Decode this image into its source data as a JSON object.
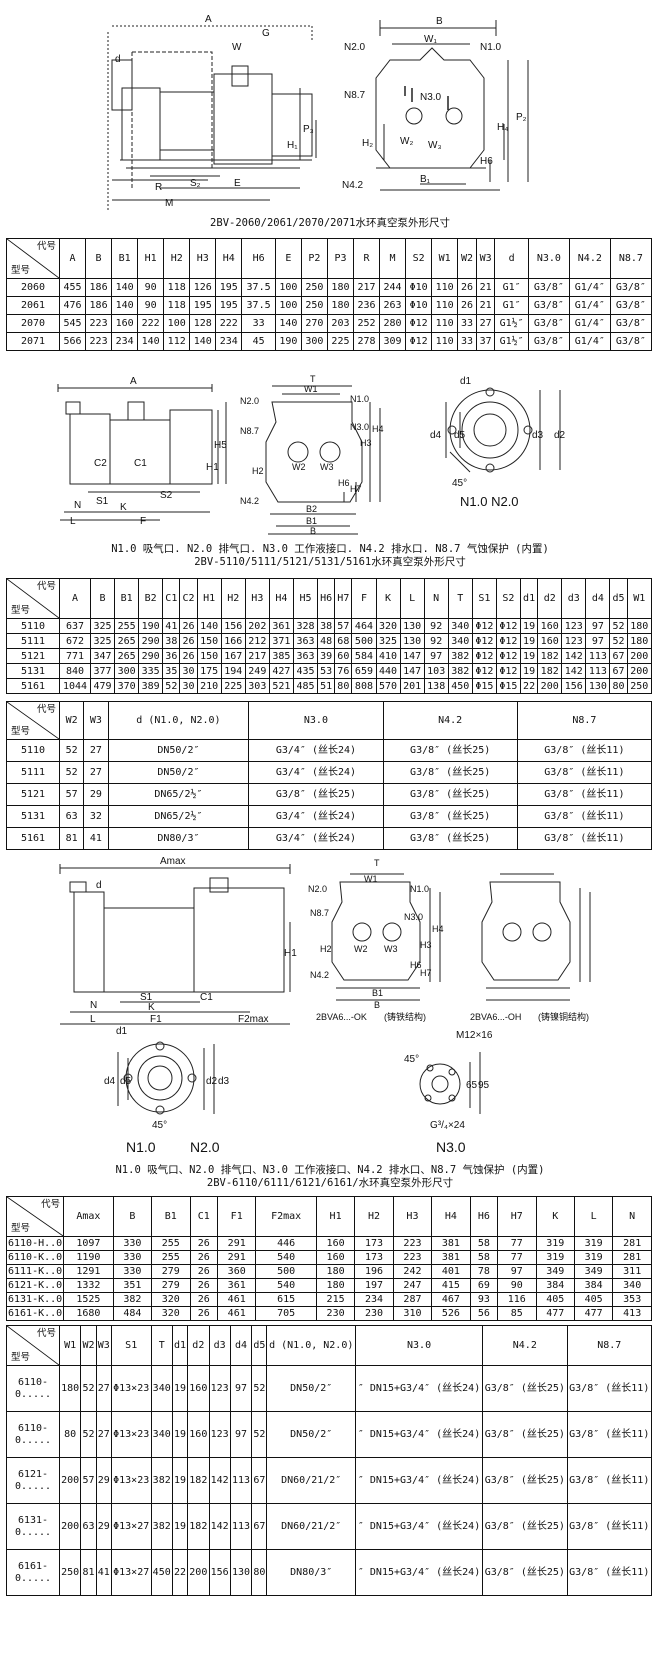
{
  "section1": {
    "drawing_labels": {
      "A": "A",
      "G": "G",
      "W": "W",
      "d": "d",
      "P3": "P₃",
      "H1": "H₁",
      "S2": "S₂",
      "E": "E",
      "R": "R",
      "M": "M",
      "B": "B",
      "W1": "W₁",
      "N2": "N2.0",
      "N1": "N1.0",
      "N8": "N8.7",
      "N3": "N3.0",
      "H2": "H₂",
      "W2": "W₂",
      "W3": "W₃",
      "H4": "H₄",
      "P2": "P₂",
      "H6": "H6",
      "N4": "N4.2",
      "B1": "B₁"
    },
    "caption": "2BV-2060/2061/2070/2071水环真空泵外形尺寸",
    "corner_top": "代号",
    "corner_bottom": "型号",
    "headers": [
      "A",
      "B",
      "B1",
      "H1",
      "H2",
      "H3",
      "H4",
      "H6",
      "E",
      "P2",
      "P3",
      "R",
      "M",
      "S2",
      "W1",
      "W2",
      "W3",
      "d",
      "N3.0",
      "N4.2",
      "N8.7"
    ],
    "rows": [
      [
        "2060",
        "455",
        "186",
        "140",
        "90",
        "118",
        "126",
        "195",
        "37.5",
        "100",
        "250",
        "180",
        "217",
        "244",
        "Φ10",
        "110",
        "26",
        "21",
        "G1″",
        "G3/8″",
        "G1/4″",
        "G3/8″"
      ],
      [
        "2061",
        "476",
        "186",
        "140",
        "90",
        "118",
        "195",
        "195",
        "37.5",
        "100",
        "250",
        "180",
        "236",
        "263",
        "Φ10",
        "110",
        "26",
        "21",
        "G1″",
        "G3/8″",
        "G1/4″",
        "G3/8″"
      ],
      [
        "2070",
        "545",
        "223",
        "160",
        "222",
        "100",
        "128",
        "222",
        "33",
        "140",
        "270",
        "203",
        "252",
        "280",
        "Φ12",
        "110",
        "33",
        "27",
        "G1½″",
        "G3/8″",
        "G1/4″",
        "G3/8″"
      ],
      [
        "2071",
        "566",
        "223",
        "234",
        "140",
        "112",
        "140",
        "234",
        "45",
        "190",
        "300",
        "225",
        "278",
        "309",
        "Φ12",
        "110",
        "33",
        "37",
        "G1½″",
        "G3/8″",
        "G1/4″",
        "G3/8″"
      ]
    ]
  },
  "section2": {
    "drawing_labels": {
      "A": "A",
      "H5": "H5",
      "H1": "H1",
      "C2": "C2",
      "C1": "C1",
      "S1": "S1",
      "S2": "S2",
      "N": "N",
      "K": "K",
      "L": "L",
      "F": "F",
      "T": "T",
      "W1": "W1",
      "N2": "N2.0",
      "N1": "N1.0",
      "N8": "N8.7",
      "N3": "N3.0",
      "H4": "H4",
      "H3": "H3",
      "H2": "H2",
      "W2": "W2",
      "W3": "W3",
      "H6": "H6",
      "H7": "H7",
      "N4": "N4.2",
      "B2": "B2",
      "B1": "B1",
      "B": "B",
      "d1": "d1",
      "d4": "d4",
      "d5": "d5",
      "d3": "d3",
      "d2": "d2",
      "angle": "45°",
      "ports": "N1.0  N2.0"
    },
    "legend": "N1.0 吸气口. N2.0 排气口. N3.0 工作液接口. N4.2 排水口. N8.7 气蚀保护 (内置)",
    "caption": "2BV-5110/5111/5121/5131/5161水环真空泵外形尺寸",
    "corner_top": "代号",
    "corner_bottom": "型号",
    "headers": [
      "A",
      "B",
      "B1",
      "B2",
      "C1",
      "C2",
      "H1",
      "H2",
      "H3",
      "H4",
      "H5",
      "H6",
      "H7",
      "F",
      "K",
      "L",
      "N",
      "T",
      "S1",
      "S2",
      "d1",
      "d2",
      "d3",
      "d4",
      "d5",
      "W1"
    ],
    "rows": [
      [
        "5110",
        "637",
        "325",
        "255",
        "190",
        "41",
        "26",
        "140",
        "156",
        "202",
        "361",
        "328",
        "38",
        "57",
        "464",
        "320",
        "130",
        "92",
        "340",
        "Φ12",
        "Φ12",
        "19",
        "160",
        "123",
        "97",
        "52",
        "180"
      ],
      [
        "5111",
        "672",
        "325",
        "265",
        "290",
        "38",
        "26",
        "150",
        "166",
        "212",
        "371",
        "363",
        "48",
        "68",
        "500",
        "325",
        "130",
        "92",
        "340",
        "Φ12",
        "Φ12",
        "19",
        "160",
        "123",
        "97",
        "52",
        "180"
      ],
      [
        "5121",
        "771",
        "347",
        "265",
        "290",
        "36",
        "26",
        "150",
        "167",
        "217",
        "385",
        "363",
        "39",
        "60",
        "584",
        "410",
        "147",
        "97",
        "382",
        "Φ12",
        "Φ12",
        "19",
        "182",
        "142",
        "113",
        "67",
        "200"
      ],
      [
        "5131",
        "840",
        "377",
        "300",
        "335",
        "35",
        "30",
        "175",
        "194",
        "249",
        "427",
        "435",
        "53",
        "76",
        "659",
        "440",
        "147",
        "103",
        "382",
        "Φ12",
        "Φ12",
        "19",
        "182",
        "142",
        "113",
        "67",
        "200"
      ],
      [
        "5161",
        "1044",
        "479",
        "370",
        "389",
        "52",
        "30",
        "210",
        "225",
        "303",
        "521",
        "485",
        "51",
        "80",
        "808",
        "570",
        "201",
        "138",
        "450",
        "Φ15",
        "Φ15",
        "22",
        "200",
        "156",
        "130",
        "80",
        "250"
      ]
    ],
    "table2_headers": [
      "W2",
      "W3",
      "d (N1.0, N2.0)",
      "N3.0",
      "N4.2",
      "N8.7"
    ],
    "table2_rows": [
      [
        "5110",
        "52",
        "27",
        "DN50/2″",
        "G3/4″ (丝长24)",
        "G3/8″ (丝长25)",
        "G3/8″ (丝长11)"
      ],
      [
        "5111",
        "52",
        "27",
        "DN50/2″",
        "G3/4″ (丝长24)",
        "G3/8″ (丝长25)",
        "G3/8″ (丝长11)"
      ],
      [
        "5121",
        "57",
        "29",
        "DN65/2½″",
        "G3/8″ (丝长25)",
        "G3/8″ (丝长25)",
        "G3/8″ (丝长11)"
      ],
      [
        "5131",
        "63",
        "32",
        "DN65/2½″",
        "G3/4″ (丝长24)",
        "G3/8″ (丝长25)",
        "G3/8″ (丝长11)"
      ],
      [
        "5161",
        "81",
        "41",
        "DN80/3″",
        "G3/4″ (丝长24)",
        "G3/8″ (丝长25)",
        "G3/8″ (丝长11)"
      ]
    ]
  },
  "section3": {
    "drawing_labels": {
      "Amax": "Amax",
      "d": "d",
      "H1": "H1",
      "S1": "S1",
      "C1": "C1",
      "N": "N",
      "K": "K",
      "L": "L",
      "F1": "F1",
      "F2max": "F2max",
      "T": "T",
      "W1": "W1",
      "N2": "N2.0",
      "N1": "N1.0",
      "N8": "N8.7",
      "N3": "N3.0",
      "H2": "H2",
      "H3": "H3",
      "H4": "H4",
      "H6": "H6",
      "H7": "H7",
      "W2": "W2",
      "W3": "W3",
      "N4": "N4.2",
      "B1": "B1",
      "B": "B",
      "sub_ok": "2BVA6...-OK",
      "sub_ok_note": "(铸铁结构)",
      "sub_oh": "2BVA6...-OH",
      "sub_oh_note": "(铸镍铜结构)",
      "d1": "d1",
      "d4": "d4",
      "d5": "d5",
      "d2": "d2",
      "d3": "d3",
      "angle": "45°",
      "port1": "N1.0",
      "port2": "N2.0",
      "m12": "M12×16",
      "angle2": "45°",
      "dim65": "65",
      "dim95": "95",
      "g34": "G³/₄×24",
      "port3": "N3.0"
    },
    "legend": "N1.0 吸气口、N2.0 排气口、N3.0 工作液接口、N4.2 排水口、N8.7 气蚀保护 (内置)",
    "caption": "2BV-6110/6111/6121/6161/水环真空泵外形尺寸",
    "corner_top": "代号",
    "corner_bottom": "型号",
    "headers": [
      "Amax",
      "B",
      "B1",
      "C1",
      "F1",
      "F2max",
      "H1",
      "H2",
      "H3",
      "H4",
      "H6",
      "H7",
      "K",
      "L",
      "N"
    ],
    "rows": [
      [
        "6110-H..0",
        "1097",
        "330",
        "255",
        "26",
        "291",
        "446",
        "160",
        "173",
        "223",
        "381",
        "58",
        "77",
        "319",
        "319",
        "281"
      ],
      [
        "6110-K..0",
        "1190",
        "330",
        "255",
        "26",
        "291",
        "540",
        "160",
        "173",
        "223",
        "381",
        "58",
        "77",
        "319",
        "319",
        "281"
      ],
      [
        "6111-K..0",
        "1291",
        "330",
        "279",
        "26",
        "360",
        "500",
        "180",
        "196",
        "242",
        "401",
        "78",
        "97",
        "349",
        "349",
        "311"
      ],
      [
        "6121-K..0",
        "1332",
        "351",
        "279",
        "26",
        "361",
        "540",
        "180",
        "197",
        "247",
        "415",
        "69",
        "90",
        "384",
        "384",
        "340"
      ],
      [
        "6131-K..0",
        "1525",
        "382",
        "320",
        "26",
        "461",
        "615",
        "215",
        "234",
        "287",
        "467",
        "93",
        "116",
        "405",
        "405",
        "353"
      ],
      [
        "6161-K..0",
        "1680",
        "484",
        "320",
        "26",
        "461",
        "705",
        "230",
        "230",
        "310",
        "526",
        "56",
        "85",
        "477",
        "477",
        "413"
      ]
    ],
    "table2_headers": [
      "W1",
      "W2",
      "W3",
      "S1",
      "T",
      "d1",
      "d2",
      "d3",
      "d4",
      "d5",
      "d (N1.0, N2.0)",
      "N3.0",
      "N4.2",
      "N8.7"
    ],
    "table2_rows": [
      [
        "6110-0.....",
        "180",
        "52",
        "27",
        "Φ13×23",
        "340",
        "19",
        "160",
        "123",
        "97",
        "52",
        "DN50/2″",
        "″ DN15+G3/4″ (丝长24)",
        "G3/8″ (丝长25)",
        "G3/8″ (丝长11)"
      ],
      [
        "6110-0.....",
        "80",
        "52",
        "27",
        "Φ13×23",
        "340",
        "19",
        "160",
        "123",
        "97",
        "52",
        "DN50/2″",
        "″ DN15+G3/4″ (丝长24)",
        "G3/8″ (丝长25)",
        "G3/8″ (丝长11)"
      ],
      [
        "6121-0.....",
        "200",
        "57",
        "29",
        "Φ13×23",
        "382",
        "19",
        "182",
        "142",
        "113",
        "67",
        "DN60/21/2″",
        "″ DN15+G3/4″ (丝长24)",
        "G3/8″ (丝长25)",
        "G3/8″ (丝长11)"
      ],
      [
        "6131-0.....",
        "200",
        "63",
        "29",
        "Φ13×27",
        "382",
        "19",
        "182",
        "142",
        "113",
        "67",
        "DN60/21/2″",
        "″ DN15+G3/4″ (丝长24)",
        "G3/8″ (丝长25)",
        "G3/8″ (丝长11)"
      ],
      [
        "6161-0.....",
        "250",
        "81",
        "41",
        "Φ13×27",
        "450",
        "22",
        "200",
        "156",
        "130",
        "80",
        "DN80/3″",
        "″ DN15+G3/4″ (丝长24)",
        "G3/8″ (丝长25)",
        "G3/8″ (丝长11)"
      ]
    ]
  }
}
